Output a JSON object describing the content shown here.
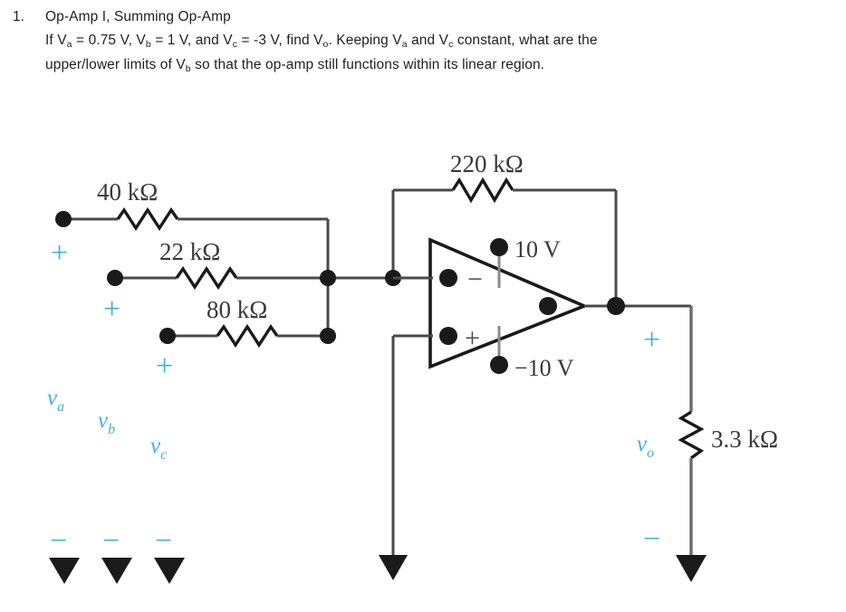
{
  "problem": {
    "number": "1.",
    "title": "Op-Amp I, Summing Op-Amp",
    "line2_a": "If V",
    "line2_sub_a": "a",
    "line2_b": " = 0.75 V, V",
    "line2_sub_b": "b",
    "line2_c": " = 1 V, and V",
    "line2_sub_c": "c",
    "line2_d": " = -3 V, find V",
    "line2_sub_d": "o",
    "line2_e": ". Keeping V",
    "line2_sub_e": "a",
    "line2_f": " and V",
    "line2_sub_f": "c",
    "line2_g": " constant, what are the",
    "line3_a": "upper/lower limits of V",
    "line3_sub_b": "b",
    "line3_c": " so that the op-amp still functions within its linear region."
  },
  "circuit": {
    "resistors": {
      "r_a": "40 kΩ",
      "r_b": "22 kΩ",
      "r_c": "80 kΩ",
      "r_f": "220 kΩ",
      "r_load": "3.3 kΩ"
    },
    "supplies": {
      "positive": "10 V",
      "negative": "−10 V"
    },
    "opamp_terminals": {
      "inverting": "−",
      "noninverting": "+"
    },
    "sources": {
      "va": "v",
      "va_sub": "a",
      "vb": "v",
      "vb_sub": "b",
      "vc": "v",
      "vc_sub": "c",
      "vo": "v",
      "vo_sub": "o"
    },
    "polarity": {
      "plus": "+",
      "minus": "−"
    },
    "colors": {
      "accent_cyan": "#3fb3e3",
      "wire": "#6b6b6b",
      "wire_dark": "#1a1a1a",
      "text": "#3a3a3a"
    }
  }
}
